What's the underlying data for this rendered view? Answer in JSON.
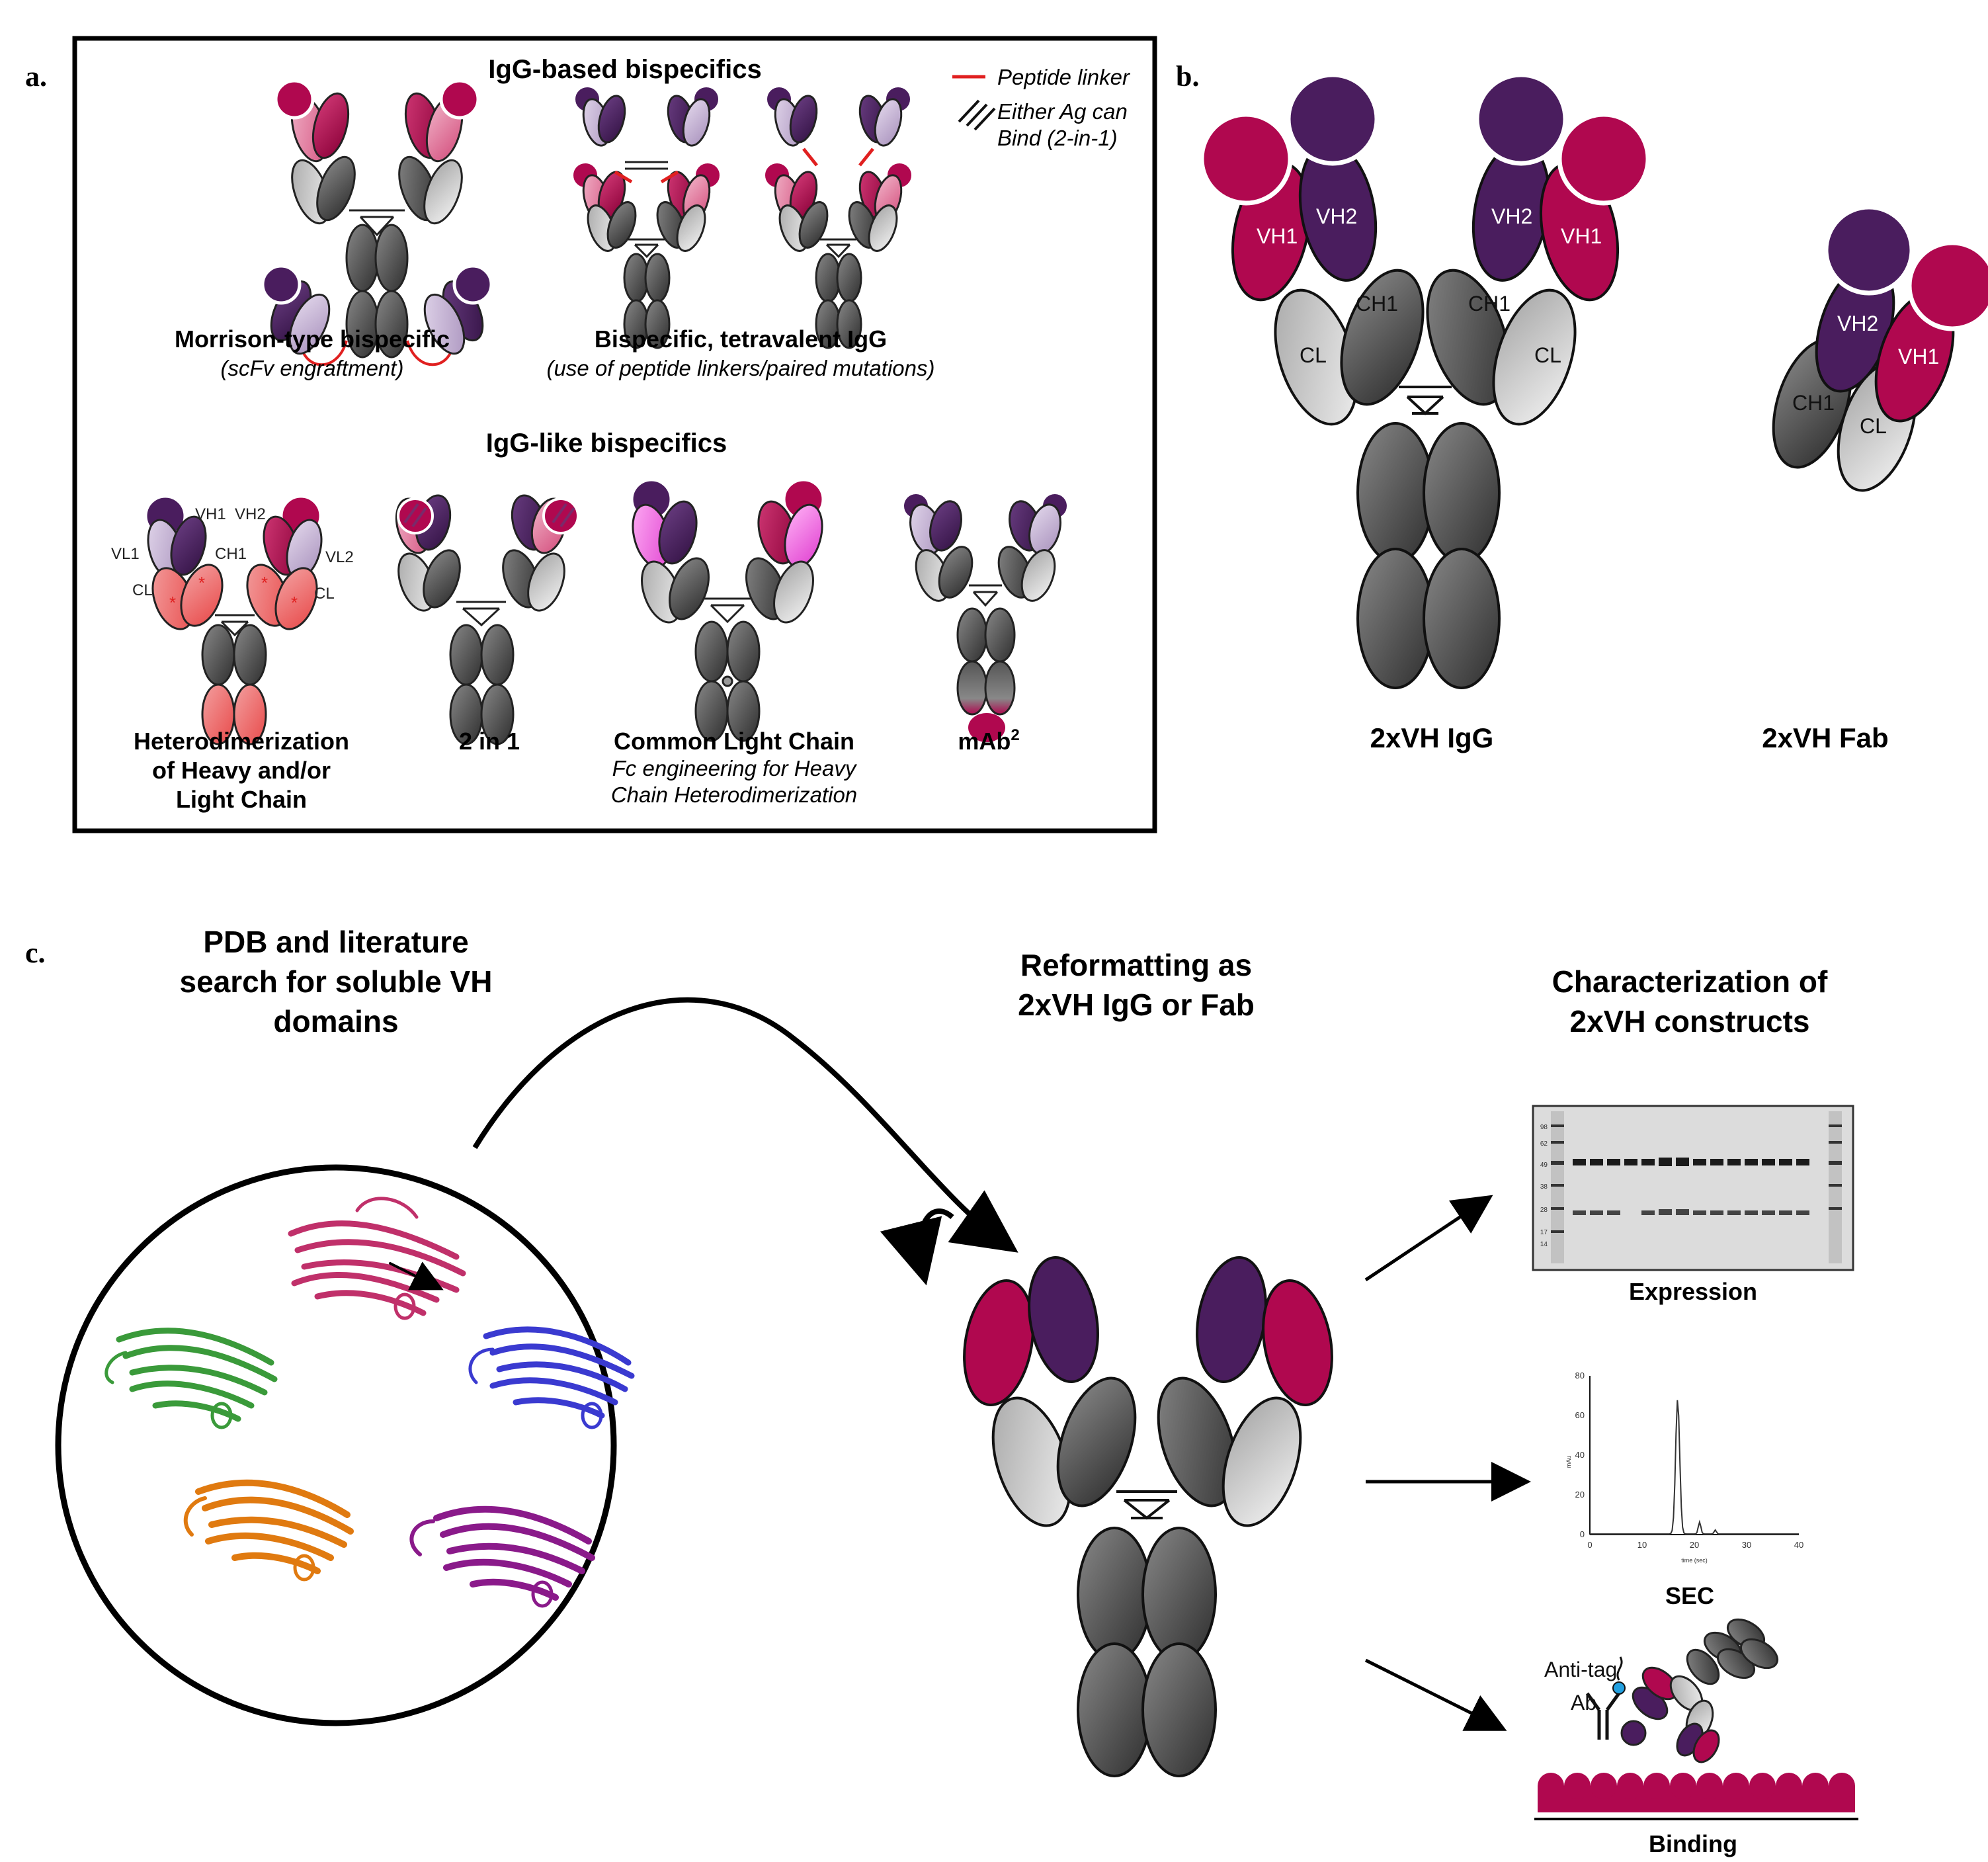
{
  "panels": {
    "a": "a.",
    "b": "b.",
    "c": "c."
  },
  "panel_a": {
    "igg_based_title": "IgG-based bispecifics",
    "igg_like_title": "IgG-like bispecifics",
    "legend_peptide": "Peptide linker",
    "legend_either_1": "Either Ag can",
    "legend_either_2": "Bind (2-in-1)",
    "morrison_title": "Morrison-type bispecific",
    "morrison_sub": "(scFv engraftment)",
    "tetra_title": "Bispecific, tetravalent IgG",
    "tetra_sub": "(use of peptide linkers/paired mutations)",
    "hetero_1": "Heterodimerization",
    "hetero_2": "of Heavy and/or",
    "hetero_3": "Light Chain",
    "two_in_one": "2 in 1",
    "common_title": "Common Light Chain",
    "common_sub1": "Fc engineering for Heavy",
    "common_sub2": "Chain Heterodimerization",
    "mab2": "mAb",
    "mab2_sup": "2",
    "dom_vh1": "VH1",
    "dom_vh2": "VH2",
    "dom_vl1": "VL1",
    "dom_vl2": "VL2",
    "dom_ch1": "CH1",
    "dom_cl": "CL"
  },
  "panel_b": {
    "vh1": "VH1",
    "vh2": "VH2",
    "ch1": "CH1",
    "cl": "CL",
    "igg_caption": "2xVH IgG",
    "fab_caption": "2xVH Fab"
  },
  "panel_c": {
    "search_1": "PDB and literature",
    "search_2": "search for soluble VH",
    "search_3": "domains",
    "reformat_1": "Reformatting as",
    "reformat_2": "2xVH IgG or Fab",
    "charac_1": "Characterization of",
    "charac_2": "2xVH constructs",
    "expression": "Expression",
    "sec": "SEC",
    "binding": "Binding",
    "antitag_1": "Anti-tag",
    "antitag_2": "Ab",
    "sec_xlabel": "time (sec)",
    "sec_ylabel": "mAu",
    "sec_xticks": [
      "0",
      "10",
      "20",
      "30",
      "40"
    ],
    "sec_yticks": [
      "0",
      "20",
      "40",
      "60",
      "80"
    ],
    "gel_markers": [
      "98",
      "62",
      "49",
      "38",
      "28",
      "17",
      "14"
    ]
  },
  "colors": {
    "magenta": "#b0084f",
    "purple": "#4a1d5e",
    "gray_dark": "#4d4d4d",
    "gray_light": "#c8c8c8",
    "linker_red": "#e02020",
    "lilac": "#c9b8d6",
    "pink": "#e07fa6",
    "salmon": "#f08080",
    "bright_pink": "#f060e0",
    "cyan_dot": "#22a0e0"
  }
}
